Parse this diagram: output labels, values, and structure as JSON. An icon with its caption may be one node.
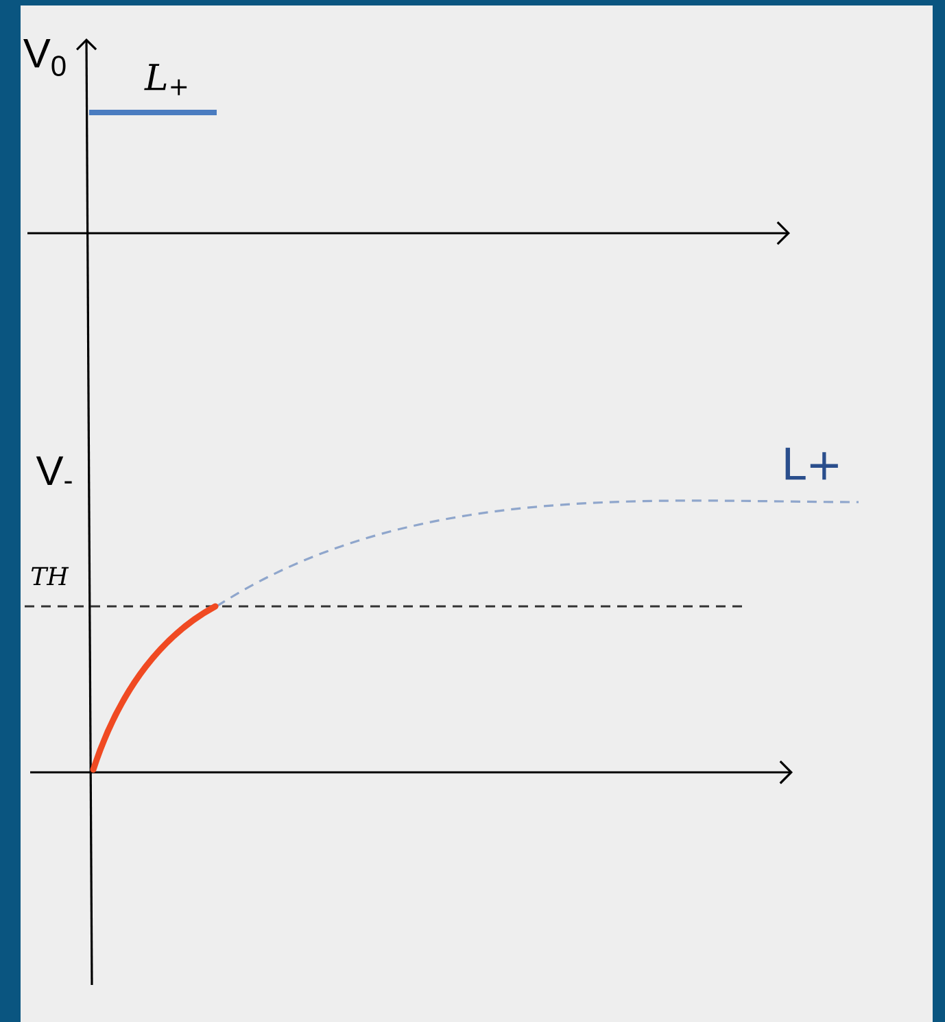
{
  "diagram": {
    "labels": [
      "V$_{0}$",
      "*L*$_{+}$",
      "V$_{-}$",
      "TH",
      "L+"
    ]
  }
}
